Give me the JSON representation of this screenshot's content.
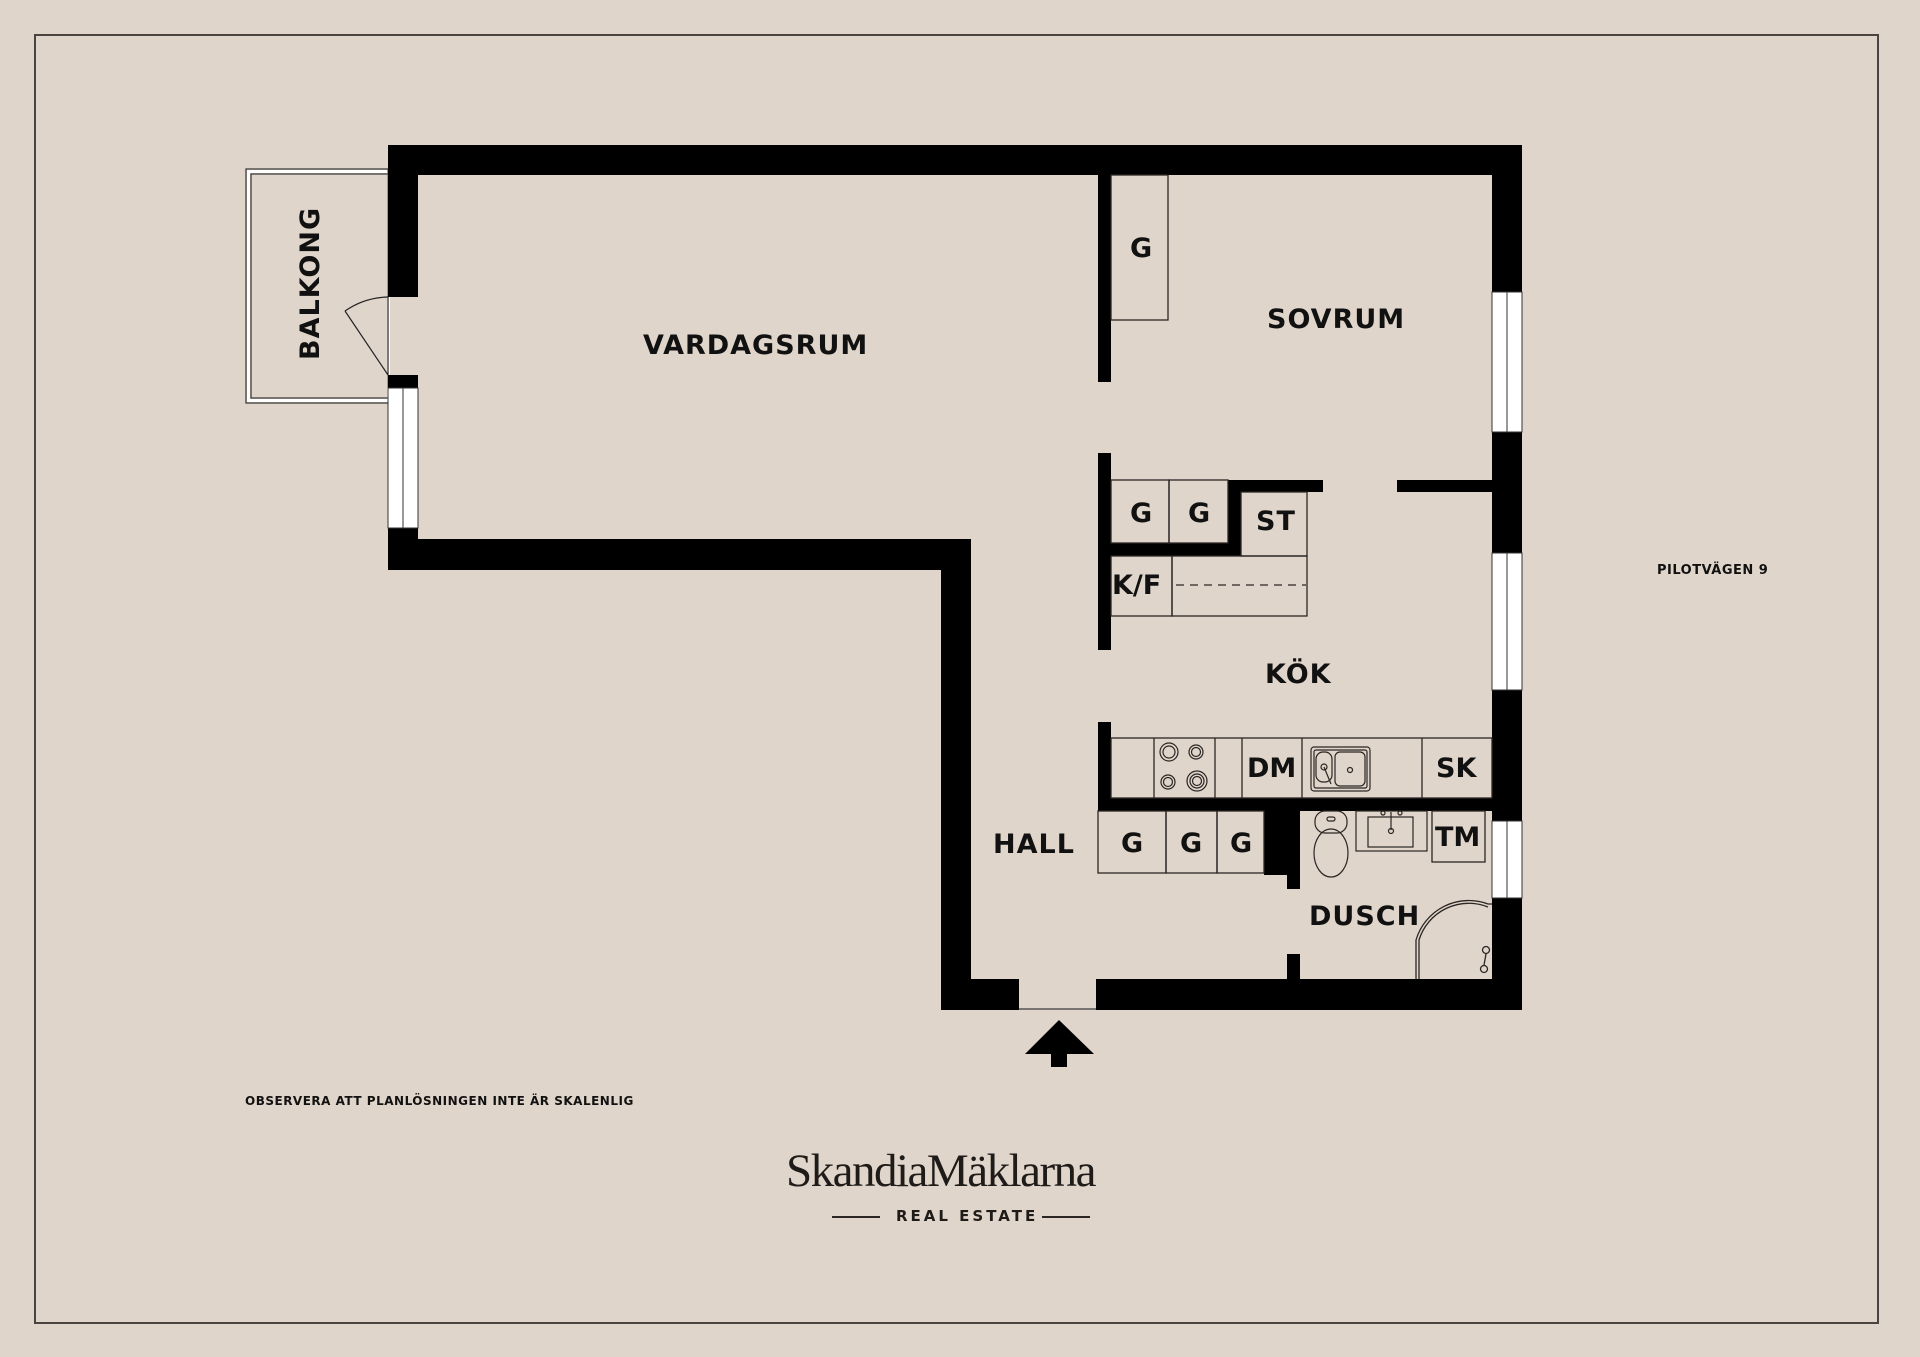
{
  "address": "PILOTVÄGEN 9",
  "disclaimer": "OBSERVERA ATT PLANLÖSNINGEN INTE ÄR SKALENLIG",
  "logo": {
    "name": "SkandiaMäklarna",
    "tagline": "REAL ESTATE"
  },
  "colors": {
    "background": "#e0d5ca",
    "walls": "#000000",
    "window": "#ffffff",
    "frame": "#4a4441"
  },
  "rooms": {
    "balkong": "BALKONG",
    "vardagsrum": "VARDAGSRUM",
    "sovrum": "SOVRUM",
    "kok": "KÖK",
    "hall": "HALL",
    "dusch": "DUSCH"
  },
  "fixtures": {
    "wardrobe_bedroom": "G",
    "wardrobe_kitchen_1": "G",
    "wardrobe_kitchen_2": "G",
    "st": "ST",
    "kf": "K/F",
    "dm": "DM",
    "sk": "SK",
    "tm": "TM",
    "hall_wardrobes": [
      "G",
      "G",
      "G"
    ]
  },
  "icons": [
    "entrance-arrow-icon",
    "stove-icon",
    "kitchen-sink-icon",
    "toilet-icon",
    "washbasin-icon",
    "shower-icon",
    "door-swing-icon"
  ]
}
